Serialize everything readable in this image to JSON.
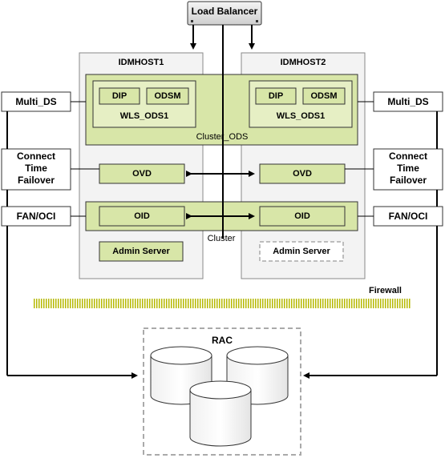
{
  "load_balancer": "Load Balancer",
  "hosts": [
    {
      "name": "IDMHOST1",
      "dip": "DIP",
      "odsm": "ODSM",
      "wls": "WLS_ODS1",
      "ovd": "OVD",
      "oid": "OID",
      "admin": "Admin Server"
    },
    {
      "name": "IDMHOST2",
      "dip": "DIP",
      "odsm": "ODSM",
      "wls": "WLS_ODS1",
      "ovd": "OVD",
      "oid": "OID",
      "admin": "Admin Server"
    }
  ],
  "cluster_ods_label": "Cluster_ODS",
  "cluster_label": "Cluster",
  "left_side": {
    "multi_ds": "Multi_DS",
    "ctf": [
      "Connect",
      "Time",
      "Failover"
    ],
    "fan": "FAN/OCI"
  },
  "right_side": {
    "multi_ds": "Multi_DS",
    "ctf": [
      "Connect",
      "Time",
      "Failover"
    ],
    "fan": "FAN/OCI"
  },
  "firewall_label": "Firewall",
  "rac_label": "RAC",
  "colors": {
    "green": "#d8e6a8",
    "green_dark": "#e6efc4",
    "host_bg": "#f3f3f3",
    "host_border": "#888888",
    "dashed": "#aaaaaa"
  }
}
